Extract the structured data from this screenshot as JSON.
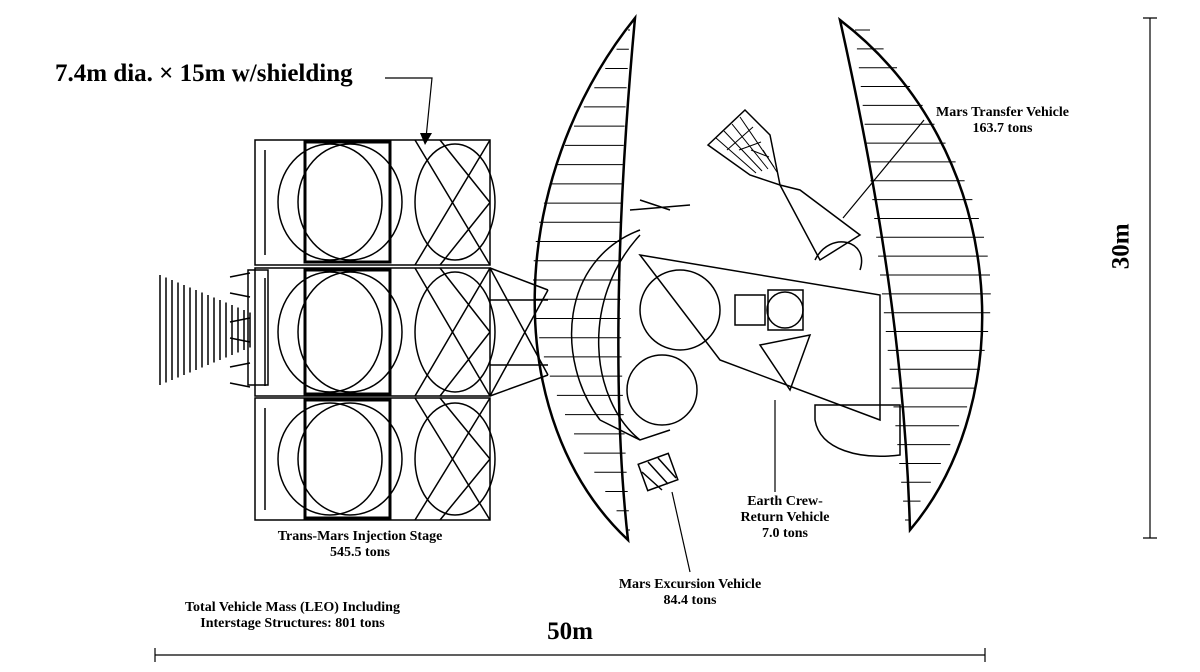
{
  "diagram": {
    "shielding_label": "7.4m dia. × 15m w/shielding",
    "mars_transfer_vehicle": {
      "name": "Mars Transfer Vehicle",
      "mass": "163.7 tons"
    },
    "trans_mars_injection_stage": {
      "name": "Trans-Mars Injection Stage",
      "mass": "545.5 tons"
    },
    "earth_crew_return_vehicle": {
      "name_line1": "Earth Crew-",
      "name_line2": "Return Vehicle",
      "mass": "7.0 tons"
    },
    "mars_excursion_vehicle": {
      "name": "Mars Excursion Vehicle",
      "mass": "84.4 tons"
    },
    "total_mass": {
      "line1": "Total Vehicle Mass (LEO) Including",
      "line2": "Interstage Structures: 801 tons"
    },
    "width_dimension": "50m",
    "height_dimension": "30m",
    "colors": {
      "line": "#000000",
      "background": "#ffffff"
    }
  }
}
